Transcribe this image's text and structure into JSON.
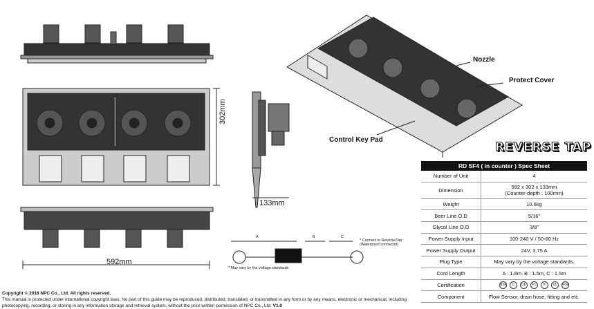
{
  "labels": {
    "nozzle": "Nozzle",
    "protect_cover": "Protect Cover",
    "control_key_pad": "Control Key Pad",
    "dim_height": "302mm",
    "dim_depth": "133mm",
    "dim_width": "592mm"
  },
  "logo": "REVERSE TAP",
  "diagram": {
    "seg_a": "A",
    "seg_b": "B",
    "seg_c": "C",
    "connect_note": "* Connect to ReverseTap (Waterproof connector)",
    "voltage_note": "* May vary by the voltage standards."
  },
  "spec": {
    "title": "RD SF4 ( in counter ) Spec Sheet",
    "rows": [
      {
        "label": "Number of Unit",
        "value": "4"
      },
      {
        "label": "Dimension",
        "value": "592 x 302 x 133mm",
        "value2": "(Counter-depth : 100mm)"
      },
      {
        "label": "Weight",
        "value": "10.6kg"
      },
      {
        "label": "Beer Line O.D",
        "value": "5/16\""
      },
      {
        "label": "Glycol Line O.D",
        "value": "3/8\""
      },
      {
        "label": "Power Supply Input",
        "value": "100-240 V / 50-60 Hz"
      },
      {
        "label": "Power Supply Output",
        "value": "24V, 3.75 A"
      },
      {
        "label": "Plug Type",
        "value": "May vary by the voltage standards."
      },
      {
        "label": "Cord Length",
        "value": "A : 1.8m, B : 1.5m, C : 1.5m"
      },
      {
        "label": "Certification",
        "value": ""
      },
      {
        "label": "Component",
        "value": "Flow Sensor, drain hose, fitting and etc."
      }
    ],
    "certifications": [
      "NSF",
      "C",
      "CE",
      "FC",
      "K",
      "UL",
      "FDA"
    ]
  },
  "copyright": {
    "heading": "Copyright © 2018 NPC Co., Ltd. All rights reserved.",
    "body": "This manual is protected under international copyright laws. No part of this guide may be reproduced, distributed, translated, or transmitted in any form or by any means, electronic or mechanical, including photocopying, recording, or storing in any information storage and retrieval system, without the prior written permission of NPC Co., Ltd.",
    "version": "V1.0"
  }
}
